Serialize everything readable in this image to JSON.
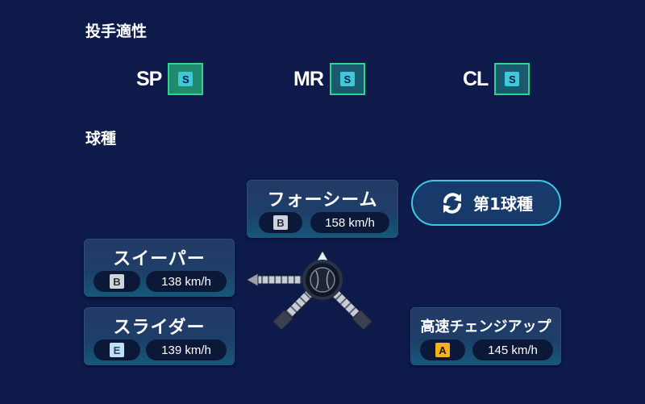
{
  "aptitude": {
    "title": "投手適性",
    "items": [
      {
        "label": "SP",
        "grade": "S"
      },
      {
        "label": "MR",
        "grade": "S"
      },
      {
        "label": "CL",
        "grade": "S"
      }
    ]
  },
  "pitches": {
    "title": "球種",
    "first_pitch_button": "第1球種",
    "items": [
      {
        "name": "フォーシーム",
        "grade": "B",
        "speed": "158 km/h"
      },
      {
        "name": "スイーパー",
        "grade": "B",
        "speed": "138 km/h"
      },
      {
        "name": "スライダー",
        "grade": "E",
        "speed": "139 km/h"
      },
      {
        "name": "高速チェンジアップ",
        "grade": "A",
        "speed": "145 km/h"
      }
    ]
  },
  "colors": {
    "background": "#0d1a4a",
    "aptitude_border": "#2fd48a",
    "grade_s": "#3ec8d8",
    "grade_a": "#f2b21c",
    "grade_b": "#cfd4dc",
    "grade_e": "#bde0f5",
    "button_border": "#41c7e6"
  },
  "icons": [
    "refresh-icon",
    "baseball-icon",
    "pitch-direction-arrows"
  ]
}
